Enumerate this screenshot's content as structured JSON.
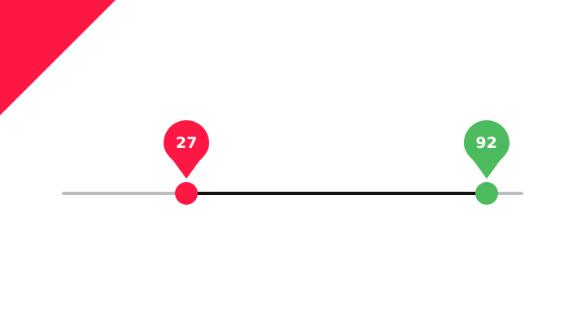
{
  "colors": {
    "corner": "#ff1744",
    "track": "#bdbdbd",
    "range": "#111111",
    "low_thumb": "#ff1744",
    "high_thumb": "#4cbb5e",
    "label_text": "#ffffff"
  },
  "slider": {
    "min": 0,
    "max": 100,
    "low_value": 27,
    "high_value": 92,
    "low_label": "27",
    "high_label": "92"
  },
  "icons": {
    "low_pin": "map-pin-icon",
    "high_pin": "map-pin-icon"
  }
}
